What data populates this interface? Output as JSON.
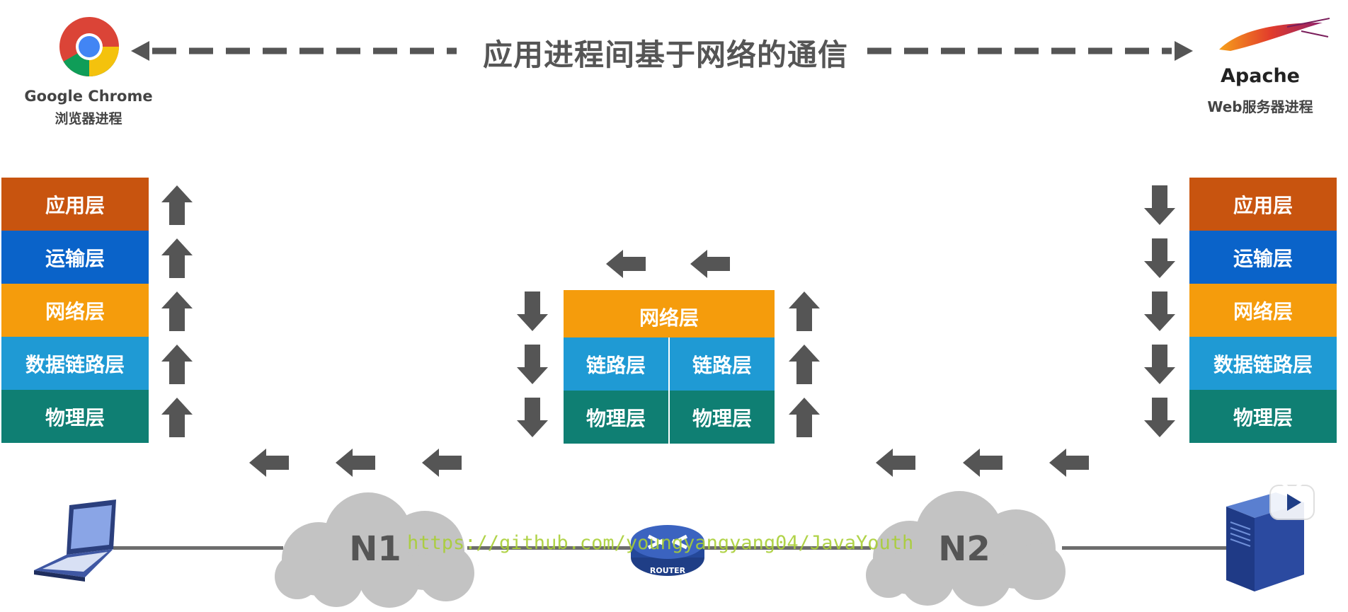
{
  "title": "应用进程间基于网络的通信",
  "client": {
    "name": "Google Chrome",
    "role": "浏览器进程"
  },
  "server": {
    "name": "Apache",
    "role": "Web服务器进程"
  },
  "left_stack": [
    "应用层",
    "运输层",
    "网络层",
    "数据链路层",
    "物理层"
  ],
  "right_stack": [
    "应用层",
    "运输层",
    "网络层",
    "数据链路层",
    "物理层"
  ],
  "router_stack": {
    "network": "网络层",
    "link_left": "链路层",
    "link_right": "链路层",
    "phy_left": "物理层",
    "phy_right": "物理层"
  },
  "networks": {
    "n1": "N1",
    "n2": "N2"
  },
  "router_label": "ROUTER",
  "watermark": "https://github.com/youngyangyang04/JavaYouth",
  "colors": {
    "application": "#c8540f",
    "transport": "#0a63c9",
    "network": "#f59c0c",
    "link": "#1f9ad4",
    "physical": "#0f7f73",
    "arrow": "#555555"
  },
  "icons": [
    "chrome-icon",
    "apache-feather-icon",
    "laptop-icon",
    "server-icon",
    "router-icon",
    "cloud-icon",
    "play-icon"
  ]
}
